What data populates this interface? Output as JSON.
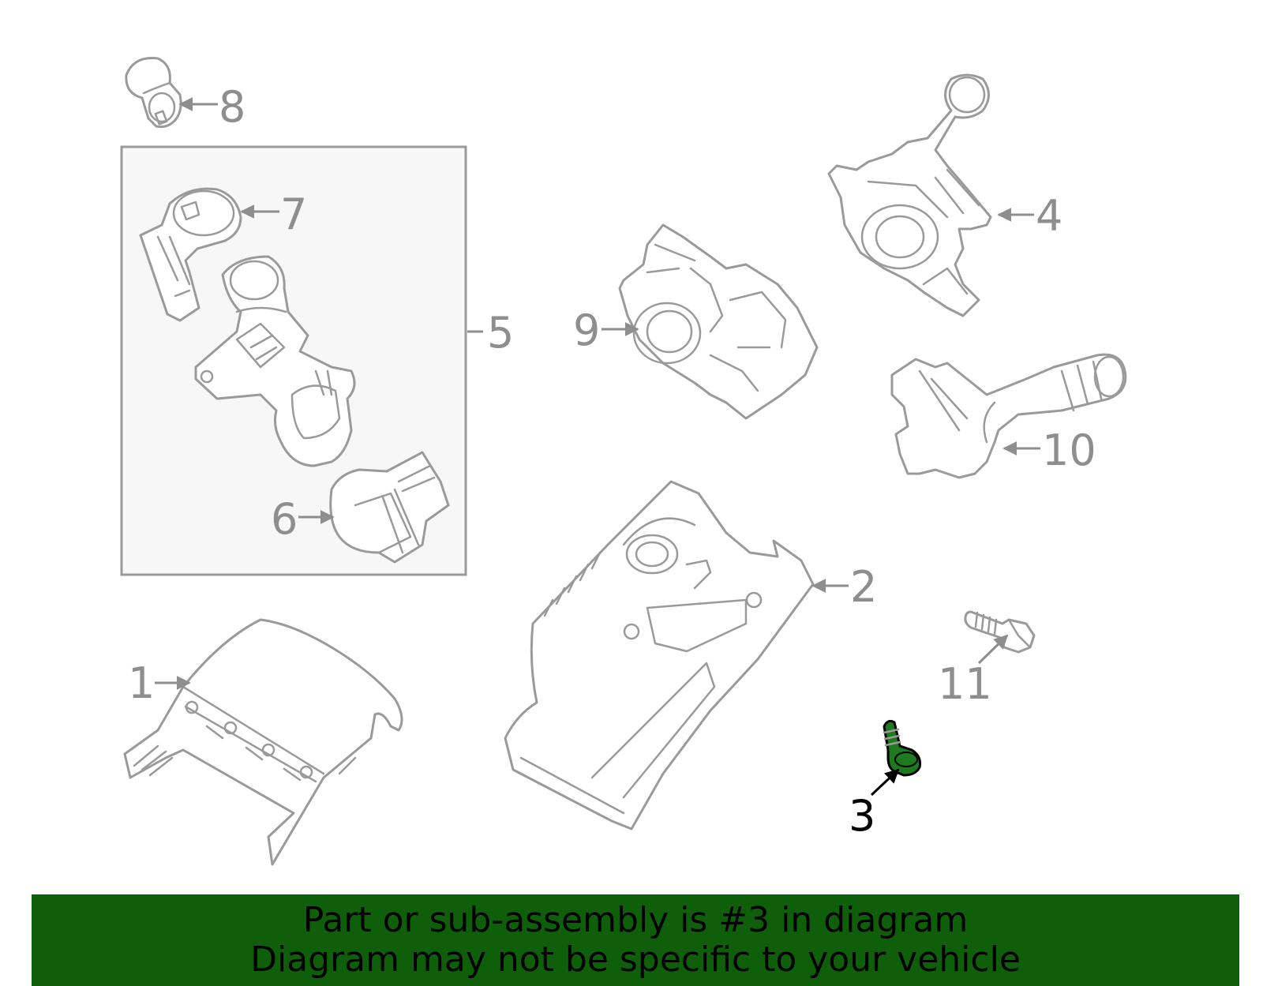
{
  "callouts": [
    {
      "id": "1",
      "label": "1"
    },
    {
      "id": "2",
      "label": "2"
    },
    {
      "id": "3",
      "label": "3"
    },
    {
      "id": "4",
      "label": "4"
    },
    {
      "id": "5",
      "label": "5"
    },
    {
      "id": "6",
      "label": "6"
    },
    {
      "id": "7",
      "label": "7"
    },
    {
      "id": "8",
      "label": "8"
    },
    {
      "id": "9",
      "label": "9"
    },
    {
      "id": "10",
      "label": "10"
    },
    {
      "id": "11",
      "label": "11"
    }
  ],
  "highlighted_part": "3",
  "banner": {
    "line1": "Part or sub-assembly is #3 in diagram",
    "line2": "Diagram may not be specific to your vehicle"
  },
  "colors": {
    "banner_bg": "#0e5e0a",
    "highlight_part": "#1e7a1e",
    "line_art": "#9a9a9a",
    "group_box_bg": "#f7f7f7"
  }
}
